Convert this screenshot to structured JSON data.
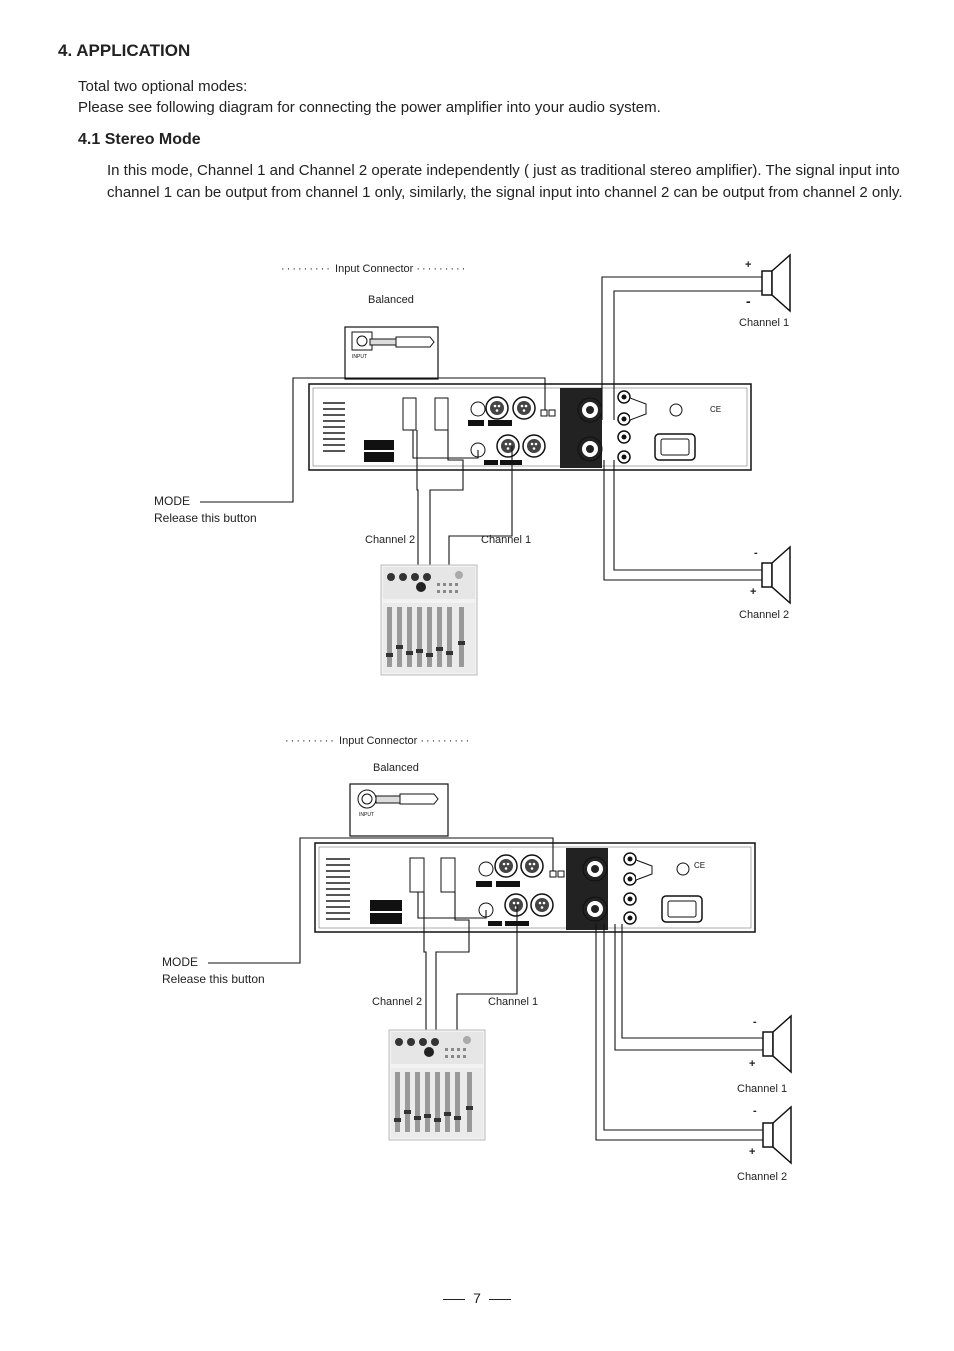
{
  "heading": "4. APPLICATION",
  "intro": [
    "Total two optional modes:",
    "Please see following diagram for connecting the power amplifier into your audio system."
  ],
  "subheading": "4.1 Stereo Mode",
  "description": "In this mode, Channel 1 and Channel 2 operate independently ( just as traditional stereo amplifier). The signal input into channel 1 can be output from channel 1 only, similarly, the signal input into channel 2 can be output from channel 2 only.",
  "diagram1": {
    "input_connector": "Input Connector",
    "balanced": "Balanced",
    "mode_line1": "MODE",
    "mode_line2": "Release this button",
    "mixer_ch2": "Channel 2",
    "mixer_ch1": "Channel 1",
    "speaker_top_label": "Channel 1",
    "speaker_bottom_label": "Channel 2",
    "plus": "+",
    "minus": "-",
    "jack_label": "INPUT"
  },
  "diagram2": {
    "input_connector": "Input Connector",
    "balanced": "Balanced",
    "mode_line1": "MODE",
    "mode_line2": "Release this button",
    "mixer_ch2": "Channel 2",
    "mixer_ch1": "Channel 1",
    "speaker_top_label": "Channel 1",
    "speaker_bottom_label": "Channel 2",
    "plus": "+",
    "minus": "-",
    "jack_label": "INPUT"
  },
  "page_number": "7"
}
